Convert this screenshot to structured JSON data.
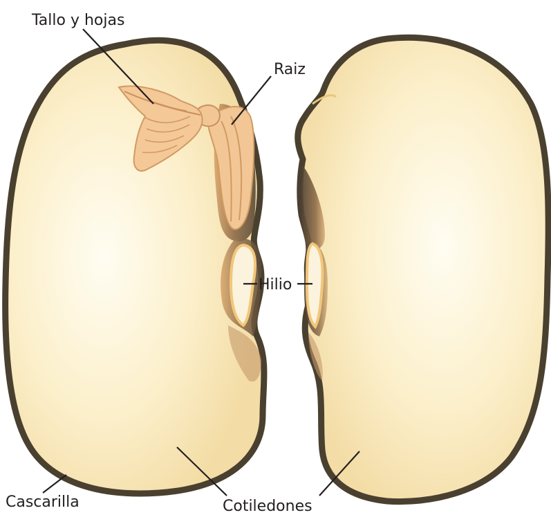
{
  "labels": {
    "stem_leaves": "Tallo y hojas",
    "root": "Raiz",
    "hilum": "Hilio",
    "seed_coat": "Cascarilla",
    "cotyledons": "Cotiledones"
  },
  "colors": {
    "cotyledon_center": "#fffdf2",
    "cotyledon_edge": "#f6e2ad",
    "seed_coat": "#4a4030",
    "embryo": "#f2c795",
    "embryo_stroke": "#d19a62",
    "inner_shadow": "#6b5a45",
    "leader_line": "#231f20"
  }
}
